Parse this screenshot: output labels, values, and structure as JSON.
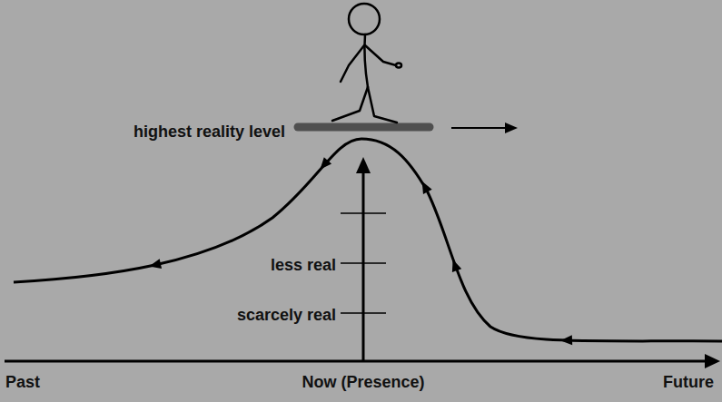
{
  "diagram": {
    "labels": [
      "highest reality level",
      "less real",
      "scarcely real",
      "Past",
      "Now (Presence)",
      "Future"
    ]
  }
}
